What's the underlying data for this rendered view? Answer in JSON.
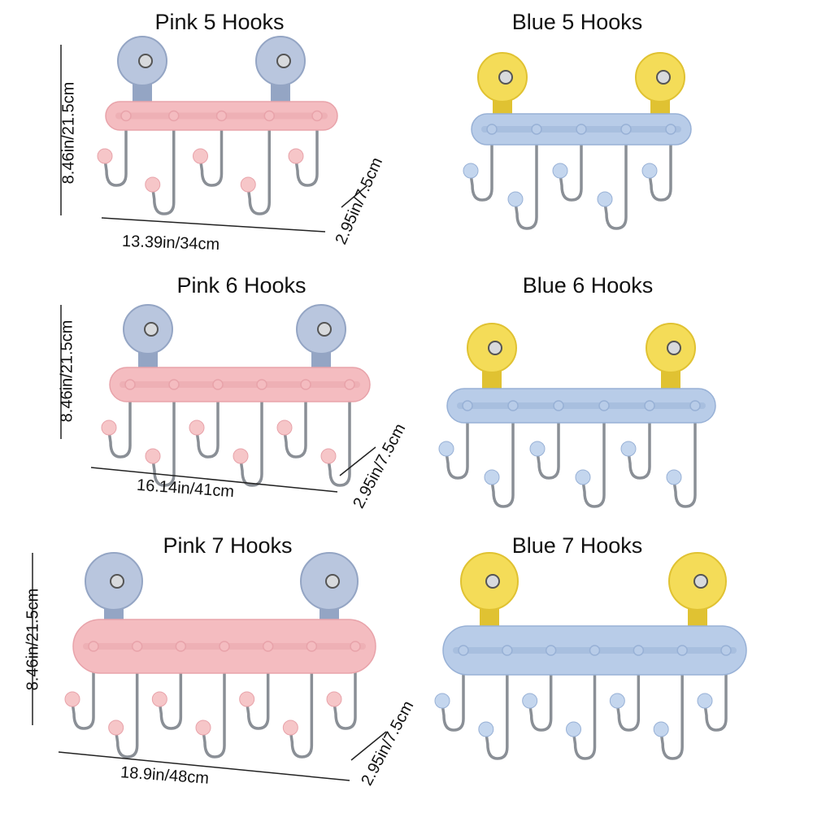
{
  "panels": [
    {
      "title": "Pink 5 Hooks",
      "hooks": 5,
      "variant": "pink"
    },
    {
      "title": "Blue 5 Hooks",
      "hooks": 5,
      "variant": "blue"
    },
    {
      "title": "Pink 6 Hooks",
      "hooks": 6,
      "variant": "pink"
    },
    {
      "title": "Blue 6 Hooks",
      "hooks": 6,
      "variant": "blue"
    },
    {
      "title": "Pink 7 Hooks",
      "hooks": 7,
      "variant": "pink"
    },
    {
      "title": "Blue 7 Hooks",
      "hooks": 7,
      "variant": "blue"
    }
  ],
  "dimensions": [
    {
      "height": "8.46in/21.5cm",
      "width": "13.39in/34cm",
      "depth": "2.95in/7.5cm"
    },
    {
      "height": "8.46in/21.5cm",
      "width": "16.14in/41cm",
      "depth": "2.95in/7.5cm"
    },
    {
      "height": "8.46in/21.5cm",
      "width": "18.9in/48cm",
      "depth": "2.95in/7.5cm"
    }
  ],
  "colors": {
    "pink": {
      "bar": "#f4bcc0",
      "bar_dark": "#e8a3aa",
      "cup": "#b9c6de",
      "cup_dark": "#94a5c4",
      "ball": "#f6c6c8"
    },
    "blue": {
      "bar": "#b8cce8",
      "bar_dark": "#98b1d6",
      "cup": "#f4dc58",
      "cup_dark": "#e0c232",
      "ball": "#c4d6ee"
    }
  }
}
